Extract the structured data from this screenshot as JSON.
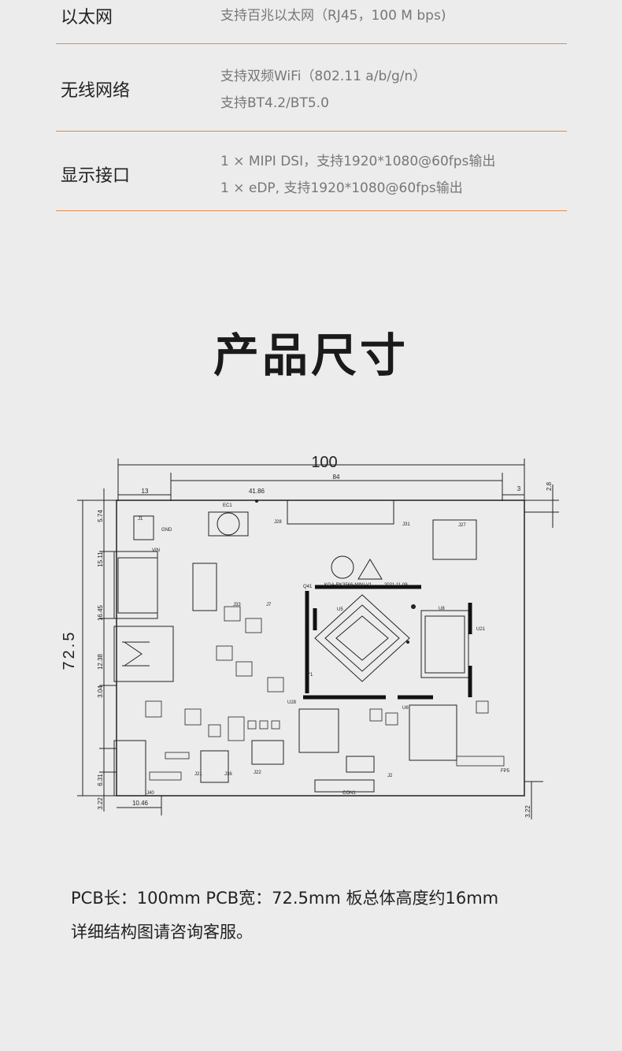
{
  "specs": [
    {
      "label": "以太网",
      "lines": [
        "支持百兆以太网（RJ45，100 M bps)"
      ]
    },
    {
      "label": "无线网络",
      "lines": [
        "支持双频WiFi（802.11 a/b/g/n）",
        "支持BT4.2/BT5.0"
      ]
    },
    {
      "label": "显示接口",
      "lines": [
        "1 × MIPI DSI，支持1920*1080@60fps输出",
        "1 × eDP, 支持1920*1080@60fps输出"
      ]
    }
  ],
  "section_title": "产品尺寸",
  "drawing": {
    "total_width": "100",
    "total_height": "72.5",
    "dims": {
      "d84": "84",
      "d13": "13",
      "d3": "3",
      "d41_86": "41.86",
      "d2_8": "2.8",
      "d5_74": "5.74",
      "d15_11": "15.11",
      "d16_45": "16.45",
      "d12_38": "12.38",
      "d3_04": "3.04",
      "d6_31": "6.31",
      "d10_46": "10.46",
      "d3_22": "3.22",
      "d3_22b": "3.22"
    },
    "board_text": "KGA-RK3566-MINI-V1",
    "board_date": "2021.11.09",
    "refs": {
      "j1": "J1",
      "j28": "J28",
      "j31": "J31",
      "j27": "J27",
      "u5": "U5",
      "u8": "U8",
      "u21": "U21",
      "u28": "U28",
      "u6": "U6",
      "j40": "J40",
      "j21": "J21",
      "j36": "J36",
      "j22": "J22",
      "j2": "J2",
      "ec1": "EC1",
      "j33": "J33",
      "j7": "J7",
      "y1": "Y1",
      "q41": "Q41",
      "conn": "CON1",
      "fp5": "FP5",
      "vin": "VIN",
      "gnd": "GND"
    }
  },
  "description": {
    "line1": "PCB长：100mm   PCB宽：72.5mm   板总体高度约16mm",
    "line2": "详细结构图请咨询客服。"
  },
  "colors": {
    "divider": "#e08a4a",
    "background": "#ececec"
  }
}
